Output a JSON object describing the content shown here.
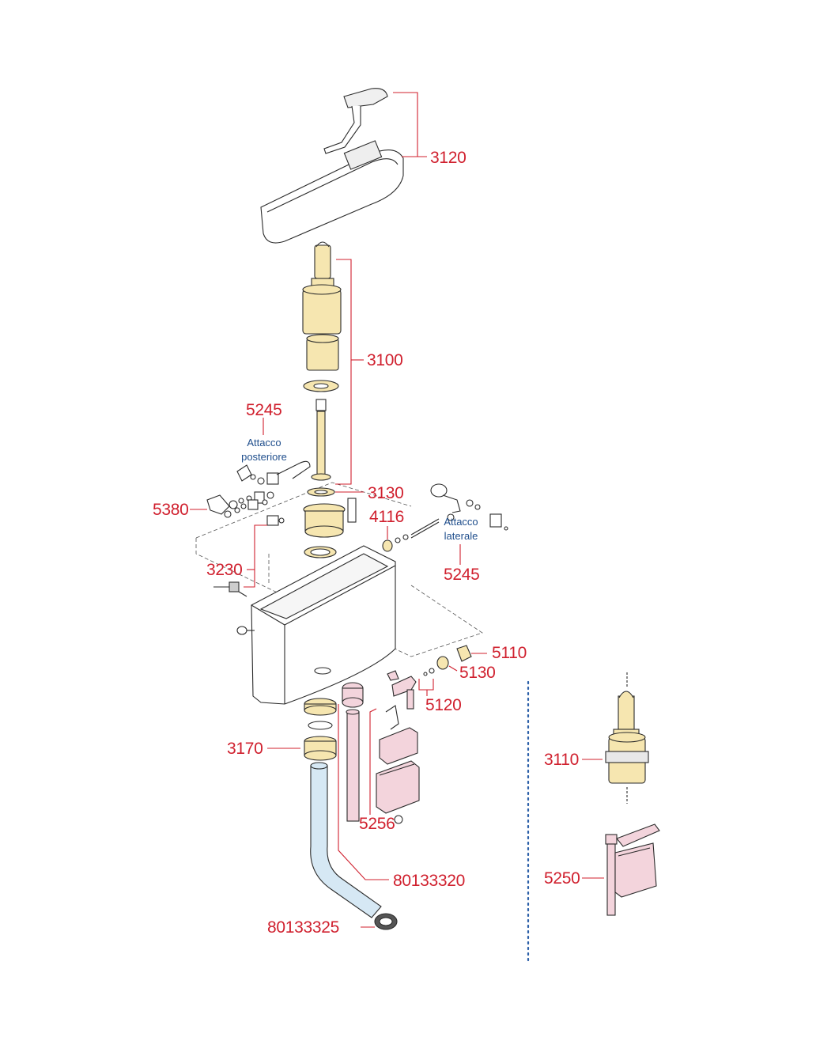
{
  "part_codes": {
    "c3120": "3120",
    "c3100": "3100",
    "c5245_back": "5245",
    "c3130": "3130",
    "c4116": "4116",
    "c5380": "5380",
    "c3230": "3230",
    "c5245_side": "5245",
    "c5110": "5110",
    "c5130": "5130",
    "c5120": "5120",
    "c3170": "3170",
    "c3110": "3110",
    "c5256": "5256",
    "c5250": "5250",
    "c80133320": "80133320",
    "c80133325": "80133325"
  },
  "notes": {
    "back_line1": "Attacco",
    "back_line2": "posteriore",
    "side_line1": "Attacco",
    "side_line2": "laterale"
  },
  "colors": {
    "code_text": "#d0202e",
    "note_text": "#1f4e8c",
    "separator": "#2b5fa8",
    "part_yellow": "#f6e6b0",
    "part_pink": "#f3d4dc",
    "part_blue": "#d6e8f4"
  }
}
